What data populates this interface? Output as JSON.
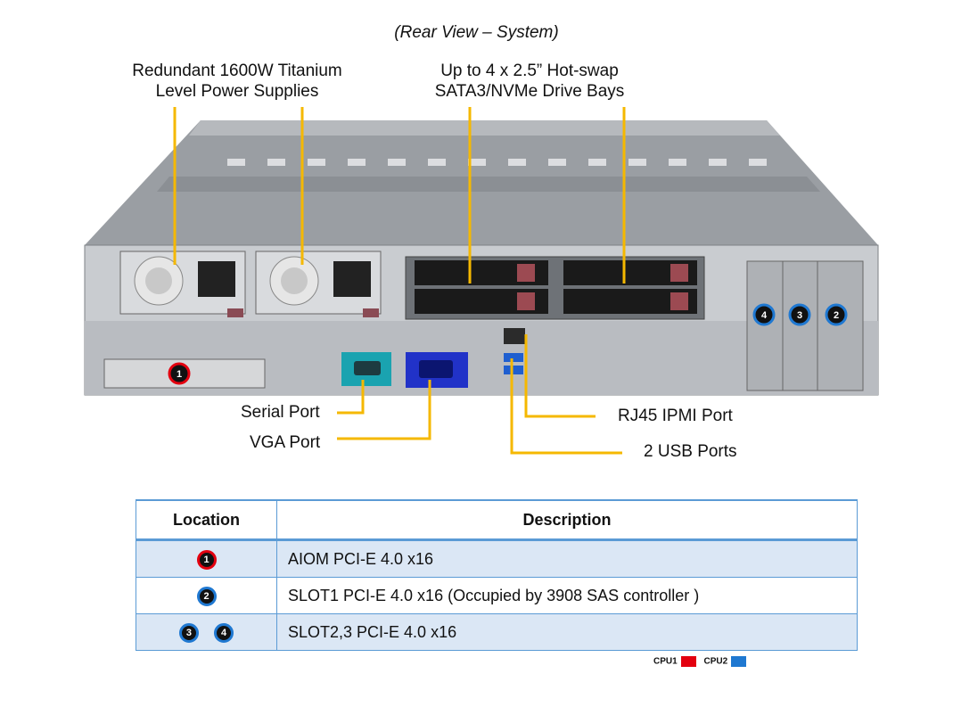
{
  "title": "(Rear View – System)",
  "callouts": {
    "psu_line1": "Redundant  1600W Titanium",
    "psu_line2": "Level Power Supplies",
    "drive_line1": "Up to 4 x 2.5” Hot-swap",
    "drive_line2": "SATA3/NVMe Drive Bays",
    "serial": "Serial Port",
    "vga": "VGA Port",
    "rj45": "RJ45 IPMI Port",
    "usb": "2 USB Ports"
  },
  "chassis_badges": {
    "b1": "1",
    "b2": "2",
    "b3": "3",
    "b4": "4"
  },
  "table": {
    "headers": {
      "location": "Location",
      "description": "Description"
    },
    "rows": [
      {
        "badges": [
          "1"
        ],
        "description": "AIOM  PCI-E  4.0 x16"
      },
      {
        "badges": [
          "2"
        ],
        "description": "SLOT1  PCI-E  4.0 x16   (Occupied by 3908 SAS controller  )"
      },
      {
        "badges": [
          "3",
          "4"
        ],
        "description": "SLOT2,3  PCI-E  4.0 x16"
      }
    ]
  },
  "legend": {
    "cpu1": "CPU1",
    "cpu2": "CPU2",
    "cpu1_color": "#e3000f",
    "cpu2_color": "#1f78d1"
  },
  "colors": {
    "callout_line": "#f5b800",
    "table_border": "#5b9bd5"
  }
}
